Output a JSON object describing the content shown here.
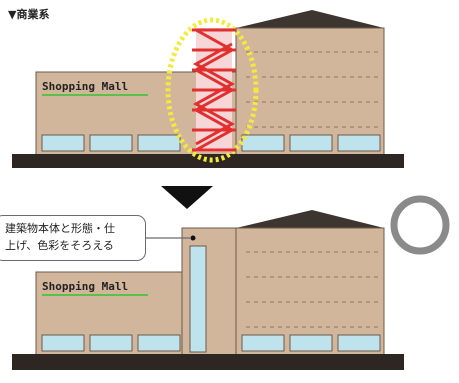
{
  "heading": "▼商業系",
  "before": {
    "sign": "Shopping Mall"
  },
  "after": {
    "sign": "Shopping Mall"
  },
  "callout": {
    "line1": "建築物本体と形態・仕",
    "line2": "上げ、色彩をそろえる"
  },
  "colors": {
    "wall": "#d2b69c",
    "roof": "#3d3530",
    "ground": "#2e2622",
    "window": "#bfe3ec",
    "stair": "#e23030",
    "glow": "#f2ea3c",
    "sign_text": "#222222",
    "sign_underline": "#5bc04a"
  },
  "icons": [
    "down-arrow-icon",
    "circle-ok-icon"
  ]
}
